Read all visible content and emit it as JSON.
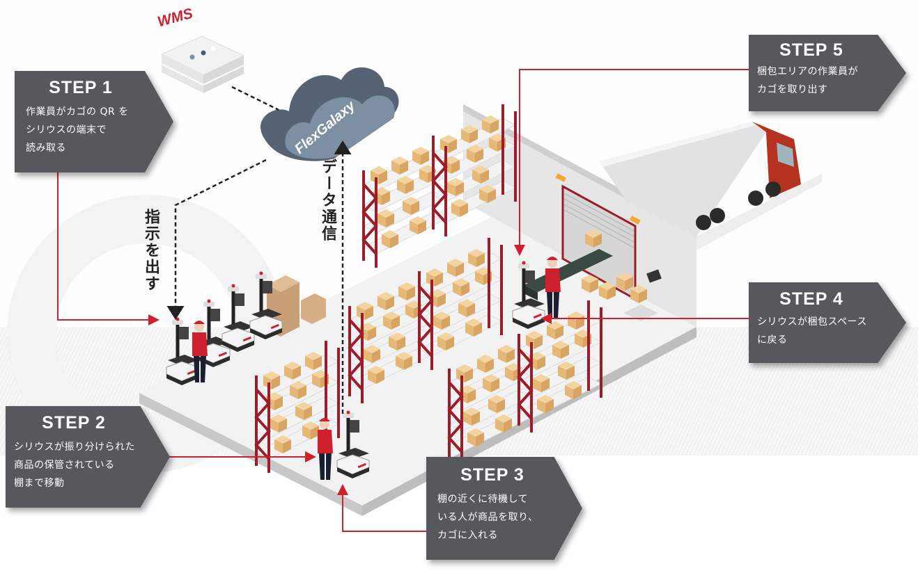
{
  "diagram": {
    "system_labels": {
      "wms": "WMS",
      "cloud": "FlexGalaxy"
    },
    "flow_labels": {
      "instruct": "指示を出す",
      "data_comm": "データ通信"
    },
    "steps": [
      {
        "title": "STEP 1",
        "desc": "作業員がカゴの QR を\nシリウスの端末で\n読み取る"
      },
      {
        "title": "STEP 2",
        "desc": "シリウスが振り分けられた\n商品の保管されている\n棚まで移動"
      },
      {
        "title": "STEP 3",
        "desc": "棚の近くに待機して\nいる人が商品を取り、\nカゴに入れる"
      },
      {
        "title": "STEP 4",
        "desc": "シリウスが梱包スペース\nに戻る"
      },
      {
        "title": "STEP 5",
        "desc": "梱包エリアの作業員が\nカゴを取り出す"
      }
    ],
    "colors": {
      "callout_bg": "#57585c",
      "connector_red": "#d0202e",
      "cloud_dark": "#556375",
      "cloud_light": "#7d90a3",
      "rack_red": "#9b1c2a",
      "box_tan": "#e8c38c",
      "truck_red": "#b5321f"
    }
  }
}
